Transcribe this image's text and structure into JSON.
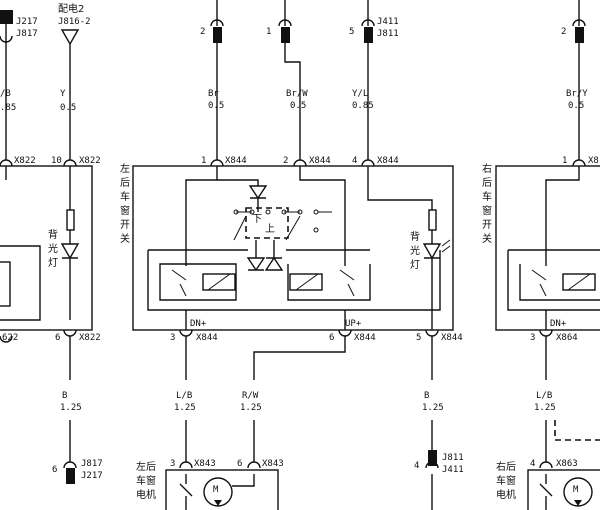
{
  "left_panel": {
    "top_connector": "J217",
    "top_connector_b": "J817",
    "power_label": "配电2",
    "power_pin": "J816-2",
    "wire1_color": "/B",
    "wire1_gauge": ".85",
    "wire2_color": "Y",
    "wire2_gauge": "0.5",
    "pin_x822_a": "X822",
    "pin_10": "10",
    "pin_x822_b": "X822",
    "backlight": [
      "背",
      "光",
      "灯"
    ],
    "bottom_pin_label": "622",
    "pin_6": "6",
    "pin_x822_c": "X822",
    "wire3_color": "B",
    "wire3_gauge": "1.25",
    "conn_bottom_pin": "6",
    "conn_bottom_a": "J817",
    "conn_bottom_b": "J217"
  },
  "center_panel": {
    "switch_name": [
      "左",
      "后",
      "车",
      "窗",
      "开",
      "关"
    ],
    "top_pins": [
      {
        "num": "2",
        "color": "Br",
        "gauge": "0.5",
        "pin": "1",
        "conn": "X844"
      },
      {
        "num": "1",
        "color": "Br/W",
        "gauge": "0.5",
        "pin": "2",
        "conn": "X844"
      },
      {
        "num": "5",
        "color": "Y/L",
        "gauge": "0.85",
        "pin": "4",
        "conn": "X844",
        "ref_a": "J411",
        "ref_b": "J811"
      }
    ],
    "down_label": "下",
    "up_label": "上",
    "backlight": [
      "背",
      "光",
      "灯"
    ],
    "dn_label": "DN+",
    "up_plus_label": "UP+",
    "bottom_pins": [
      {
        "pin": "3",
        "conn": "X844",
        "color": "L/B",
        "gauge": "1.25"
      },
      {
        "pin": "6",
        "conn": "X844",
        "color": "R/W",
        "gauge": "1.25"
      },
      {
        "pin": "5",
        "conn": "X844",
        "color": "B",
        "gauge": "1.25"
      }
    ],
    "motor_name": [
      "左后",
      "车窗",
      "电机"
    ],
    "motor_pin_a": "3",
    "motor_conn_a": "X843",
    "motor_pin_b": "6",
    "motor_conn_b": "X843",
    "motor_symbol": "M",
    "ground_pin": "4",
    "ground_conn_a": "J811",
    "ground_conn_b": "J411"
  },
  "right_panel": {
    "top_num": "2",
    "wire_color": "Br/Y",
    "wire_gauge": "0.5",
    "pin_1": "1",
    "pin_x_partial": "X8",
    "switch_name": [
      "右",
      "后",
      "车",
      "窗",
      "开",
      "关"
    ],
    "dn_label": "DN+",
    "pin_3": "3",
    "conn_x864": "X864",
    "wire_b_color": "L/B",
    "wire_b_gauge": "1.25",
    "motor_name": [
      "右后",
      "车窗",
      "电机"
    ],
    "motor_pin": "4",
    "motor_conn": "X863",
    "motor_symbol": "M"
  }
}
